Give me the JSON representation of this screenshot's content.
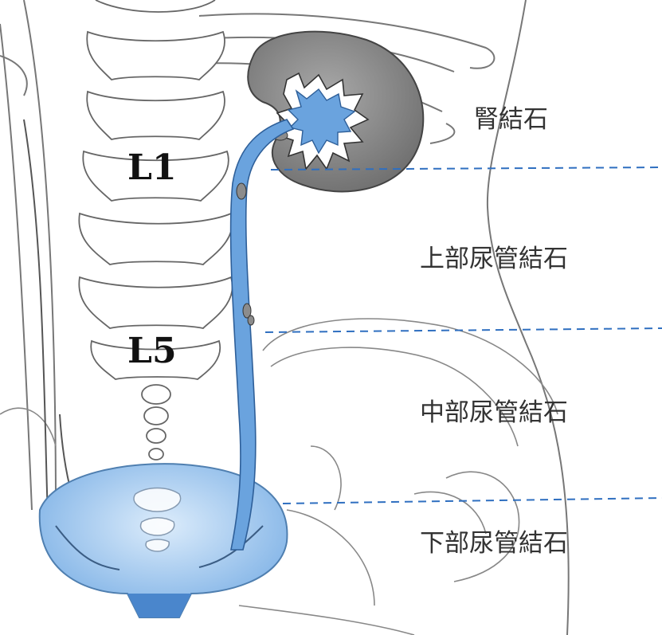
{
  "vertebra_labels": {
    "l1": "L1",
    "l5": "L5"
  },
  "zone_labels": {
    "kidney": "腎結石",
    "upper_ureter": "上部尿管結石",
    "middle_ureter": "中部尿管結石",
    "lower_ureter": "下部尿管結石"
  },
  "colors": {
    "urine_blue": "#6aa3de",
    "bladder_blue": "#a9cdef",
    "kidney_gray": "#8c8c8c",
    "divider_blue": "#2f6fc0",
    "outline": "#555555"
  }
}
